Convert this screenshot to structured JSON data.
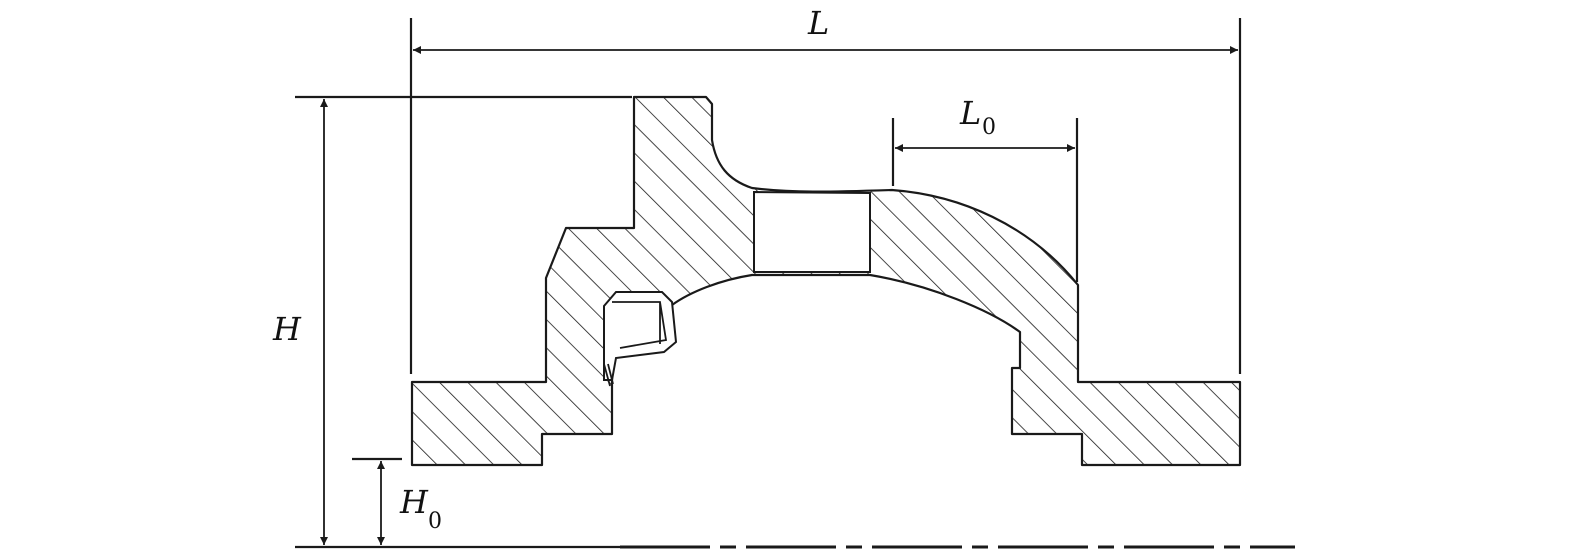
{
  "labels": {
    "overall_length": "L",
    "height": "H",
    "sub_length_base": "L",
    "sub_length_index": "0",
    "sub_height_base": "H",
    "sub_height_index": "0"
  },
  "colors": {
    "line": "#1a1a1a",
    "background": "#ffffff"
  }
}
